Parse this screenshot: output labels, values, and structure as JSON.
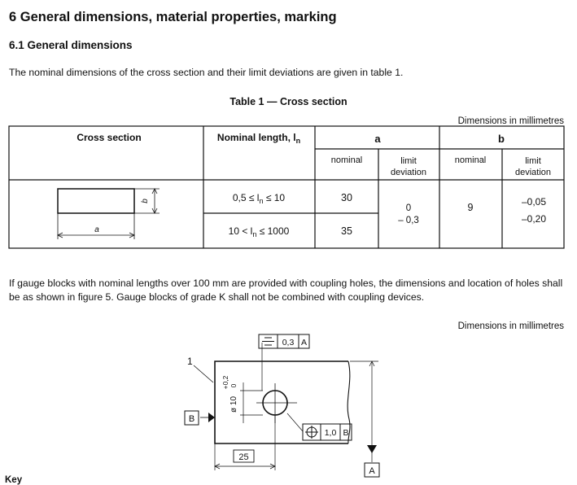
{
  "heading": {
    "section_title": "6 General dimensions, material properties, marking",
    "subsection_title": "6.1 General dimensions"
  },
  "intro_text": "The nominal dimensions of the cross section and their limit deviations are given in table 1.",
  "table": {
    "caption": "Table 1 — Cross section",
    "units_note": "Dimensions in millimetres",
    "headers": {
      "cross_section": "Cross section",
      "nominal_length": "Nominal length, l",
      "nominal_length_subscript": "n",
      "col_a": "a",
      "col_b": "b",
      "nominal": "nominal",
      "limit_deviation_line1": "limit",
      "limit_deviation_line2": "deviation"
    },
    "sketch_labels": {
      "a": "a",
      "b": "b"
    },
    "rows": [
      {
        "length_left": "0,5 ≤ l",
        "length_sub": "n",
        "length_right": " ≤ 10",
        "a_nominal": "30"
      },
      {
        "length_left": "10 < l",
        "length_sub": "n",
        "length_right": " ≤ 1000",
        "a_nominal": "35"
      }
    ],
    "a_deviation_upper": "0",
    "a_deviation_lower": "– 0,3",
    "b_nominal": "9",
    "b_deviation_upper": "–0,05",
    "b_deviation_lower": "–0,20"
  },
  "paragraph2": "If gauge blocks with nominal lengths over 100 mm are provided with coupling holes, the dimensions and location of holes shall be as shown in figure 5. Gauge blocks of grade K shall not be combined with coupling devices.",
  "figure": {
    "units_note": "Dimensions in millimetres",
    "callout": "1",
    "datum_b": "B",
    "datum_a": "A",
    "tol_symmetry_value": "0,3",
    "tol_symmetry_datum": "A",
    "tol_position_value": "1,0",
    "tol_position_datum": "B",
    "dim_25": "25",
    "dim_diameter": "ø 10",
    "dim_tolerance": "+0,2",
    "dim_tolerance_lower": "0"
  },
  "key_label": "Key"
}
